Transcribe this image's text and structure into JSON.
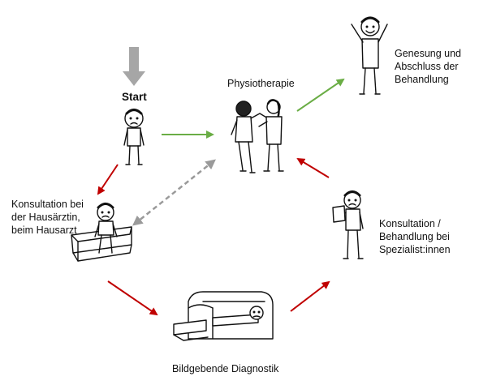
{
  "start": {
    "label": "Start"
  },
  "nodes": {
    "physio": {
      "label": "Physiotherapie"
    },
    "recovery": {
      "lines": [
        "Genesung und",
        "Abschluss der",
        "Behandlung"
      ]
    },
    "gp": {
      "lines": [
        "Konsultation bei",
        "der Hausärztin,",
        "beim Hausarzt"
      ]
    },
    "imaging": {
      "label": "Bildgebende Diagnostik"
    },
    "specialist": {
      "lines": [
        "Konsultation /",
        "Behandlung bei",
        "Spezialist:innen"
      ]
    }
  },
  "colors": {
    "green_arrow": "#6aad45",
    "red_arrow": "#c00000",
    "gray_arrow": "#9a9a9a",
    "start_arrow": "#a6a6a6",
    "ink": "#111111"
  }
}
